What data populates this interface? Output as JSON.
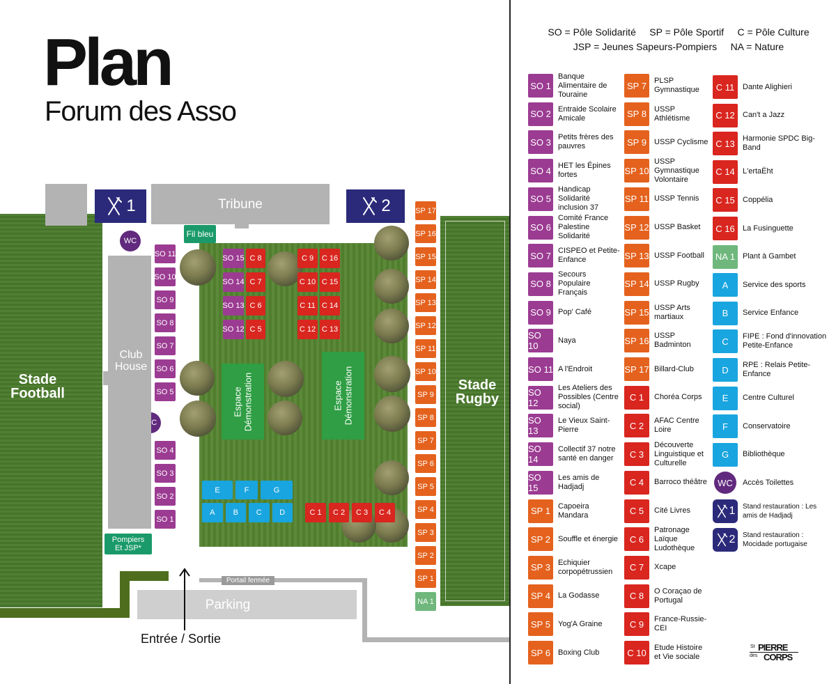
{
  "title": "Plan",
  "subtitle": "Forum des Asso",
  "legend_header": {
    "line1": "SO = Pôle Solidarité     SP = Pôle Sportif     C = Pôle Culture",
    "line2": "JSP = Jeunes Sapeurs-Pompiers     NA = Nature"
  },
  "colors": {
    "so": "#9b3c92",
    "sp": "#e4621e",
    "c": "#d9261f",
    "na": "#6fb77c",
    "blue": "#19a5df",
    "wc": "#612a7e",
    "resto": "#2b2a7a",
    "green": "#2f9e44"
  },
  "map": {
    "stade_football": "Stade Football",
    "stade_rugby": "Stade Rugby",
    "tribune": "Tribune",
    "club_house": "Club House",
    "parking": "Parking",
    "portail": "Portail fermée",
    "entree": "Entrée / Sortie",
    "fil_bleu": "Fil bleu",
    "pompiers": "Pompiers Et JSP*",
    "wc": "WC",
    "resto1": "1",
    "resto2": "2",
    "espace1": "Espace Démonstration",
    "espace2": "Espace Démonstration",
    "so_left_top": [
      "SO 11",
      "SO 10",
      "SO 9",
      "SO 8",
      "SO 7",
      "SO 6",
      "SO 5"
    ],
    "so_left_bottom": [
      "SO 4",
      "SO 3",
      "SO 2",
      "SO 1"
    ],
    "sp_right": [
      "SP 17",
      "SP 16",
      "SP 15",
      "SP 14",
      "SP 13",
      "SP 12",
      "SP 11",
      "SP 10",
      "SP 9",
      "SP 8",
      "SP 7",
      "SP 6",
      "SP 5",
      "SP 4",
      "SP 3",
      "SP 2",
      "SP 1",
      "NA 1"
    ],
    "grid1": [
      [
        "SO 15",
        "C 8"
      ],
      [
        "SO 14",
        "C 7"
      ],
      [
        "SO 13",
        "C 6"
      ],
      [
        "SO 12",
        "C 5"
      ]
    ],
    "grid2": [
      [
        "C 9",
        "C 16"
      ],
      [
        "C 10",
        "C 15"
      ],
      [
        "C 11",
        "C 14"
      ],
      [
        "C 12",
        "C 13"
      ]
    ],
    "blue_top": [
      "E",
      "F",
      "G"
    ],
    "blue_bottom": [
      "A",
      "B",
      "C",
      "D"
    ],
    "c_bottom": [
      "C 1",
      "C 2",
      "C 3",
      "C 4"
    ]
  },
  "legend": {
    "col1": [
      {
        "code": "SO 1",
        "name": "Banque Alimentaire de Touraine",
        "type": "so"
      },
      {
        "code": "SO 2",
        "name": "Entraide Scolaire Amicale",
        "type": "so"
      },
      {
        "code": "SO 3",
        "name": "Petits frères des pauvres",
        "type": "so"
      },
      {
        "code": "SO 4",
        "name": "HET les Épines fortes",
        "type": "so"
      },
      {
        "code": "SO 5",
        "name": "Handicap Solidarité inclusion 37",
        "type": "so"
      },
      {
        "code": "SO 6",
        "name": "Comité France Palestine Solidarité",
        "type": "so"
      },
      {
        "code": "SO 7",
        "name": "CISPEO et Petite-Enfance",
        "type": "so"
      },
      {
        "code": "SO 8",
        "name": "Secours Populaire Français",
        "type": "so"
      },
      {
        "code": "SO 9",
        "name": "Pop' Café",
        "type": "so"
      },
      {
        "code": "SO 10",
        "name": "Naya",
        "type": "so"
      },
      {
        "code": "SO 11",
        "name": "A l'Endroit",
        "type": "so"
      },
      {
        "code": "SO 12",
        "name": "Les Ateliers des Possibles (Centre social)",
        "type": "so"
      },
      {
        "code": "SO 13",
        "name": "Le Vieux Saint-Pierre",
        "type": "so"
      },
      {
        "code": "SO 14",
        "name": "Collectif 37 notre santé en danger",
        "type": "so"
      },
      {
        "code": "SO 15",
        "name": "Les amis de Hadjadj",
        "type": "so"
      },
      {
        "code": "SP 1",
        "name": "Capoeira Mandara",
        "type": "sp"
      },
      {
        "code": "SP 2",
        "name": "Souffle et énergie",
        "type": "sp"
      },
      {
        "code": "SP 3",
        "name": "Echiquier corpopétrussien",
        "type": "sp"
      },
      {
        "code": "SP 4",
        "name": "La Godasse",
        "type": "sp"
      },
      {
        "code": "SP 5",
        "name": "Yog'A Graine",
        "type": "sp"
      },
      {
        "code": "SP 6",
        "name": "Boxing Club",
        "type": "sp"
      }
    ],
    "col2": [
      {
        "code": "SP 7",
        "name": "PLSP Gymnastique",
        "type": "sp"
      },
      {
        "code": "SP 8",
        "name": "USSP Athlétisme",
        "type": "sp"
      },
      {
        "code": "SP 9",
        "name": "USSP Cyclisme",
        "type": "sp"
      },
      {
        "code": "SP 10",
        "name": "USSP Gymnastique Volontaire",
        "type": "sp"
      },
      {
        "code": "SP 11",
        "name": "USSP Tennis",
        "type": "sp"
      },
      {
        "code": "SP 12",
        "name": "USSP Basket",
        "type": "sp"
      },
      {
        "code": "SP 13",
        "name": "USSP Football",
        "type": "sp"
      },
      {
        "code": "SP 14",
        "name": "USSP Rugby",
        "type": "sp"
      },
      {
        "code": "SP 15",
        "name": "USSP Arts martiaux",
        "type": "sp"
      },
      {
        "code": "SP 16",
        "name": "USSP Badminton",
        "type": "sp"
      },
      {
        "code": "SP 17",
        "name": "Billard-Club",
        "type": "sp"
      },
      {
        "code": "C 1",
        "name": "Choréa Corps",
        "type": "c"
      },
      {
        "code": "C 2",
        "name": "AFAC Centre Loire",
        "type": "c"
      },
      {
        "code": "C 3",
        "name": "Découverte Linguistique et Culturelle",
        "type": "c"
      },
      {
        "code": "C 4",
        "name": "Barroco théâtre",
        "type": "c"
      },
      {
        "code": "C 5",
        "name": "Cité Livres",
        "type": "c"
      },
      {
        "code": "C 6",
        "name": "Patronage Laïque Ludothèque",
        "type": "c"
      },
      {
        "code": "C 7",
        "name": "Xcape",
        "type": "c"
      },
      {
        "code": "C 8",
        "name": "O Coraçao de Portugal",
        "type": "c"
      },
      {
        "code": "C 9",
        "name": "France-Russie-CEI",
        "type": "c"
      },
      {
        "code": "C 10",
        "name": "Etude Histoire et Vie sociale",
        "type": "c"
      }
    ],
    "col3": [
      {
        "code": "C 11",
        "name": "Dante Alighieri",
        "type": "c"
      },
      {
        "code": "C 12",
        "name": "Can't a Jazz",
        "type": "c"
      },
      {
        "code": "C 13",
        "name": "Harmonie SPDC Big-Band",
        "type": "c"
      },
      {
        "code": "C 14",
        "name": "L'ertaËht",
        "type": "c"
      },
      {
        "code": "C 15",
        "name": "Coppélia",
        "type": "c"
      },
      {
        "code": "C 16",
        "name": "La Fusinguette",
        "type": "c"
      },
      {
        "code": "NA 1",
        "name": "Plant à Gambet",
        "type": "na"
      },
      {
        "code": "A",
        "name": "Service des sports",
        "type": "blue"
      },
      {
        "code": "B",
        "name": "Service Enfance",
        "type": "blue"
      },
      {
        "code": "C",
        "name": "FIPE : Fond d'innovation Petite-Enfance",
        "type": "blue"
      },
      {
        "code": "D",
        "name": "RPE : Relais Petite-Enfance",
        "type": "blue"
      },
      {
        "code": "E",
        "name": "Centre Culturel",
        "type": "blue"
      },
      {
        "code": "F",
        "name": "Conservatoire",
        "type": "blue"
      },
      {
        "code": "G",
        "name": "Bibliothèque",
        "type": "blue"
      },
      {
        "code": "WC",
        "name": "Accès Toilettes",
        "type": "wc"
      },
      {
        "code": "1",
        "name": "Stand restauration : Les amis de Hadjadj",
        "type": "resto"
      },
      {
        "code": "2",
        "name": "Stand restauration : Mocidade portugaise",
        "type": "resto"
      }
    ]
  },
  "logo": {
    "st": "St",
    "pierre": "PIERRE",
    "des": "des",
    "corps": "CORPS"
  }
}
